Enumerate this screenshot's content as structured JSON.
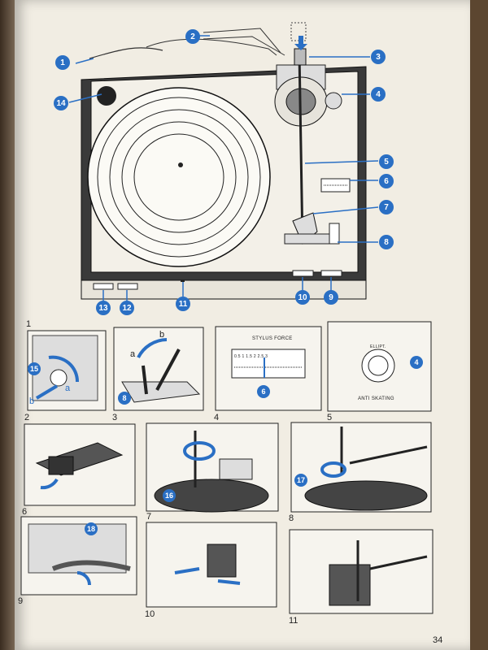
{
  "main_callouts": [
    "1",
    "2",
    "3",
    "4",
    "5",
    "6",
    "7",
    "8",
    "9",
    "10",
    "11",
    "12",
    "13",
    "14"
  ],
  "figure_numbers": [
    "1",
    "2",
    "3",
    "4",
    "5",
    "6",
    "7",
    "8",
    "9",
    "10",
    "11"
  ],
  "panel_callouts": [
    "15",
    "8",
    "6",
    "4",
    "16",
    "17",
    "18"
  ],
  "panel_letters": {
    "a_left": "a",
    "b_left": "b",
    "a_right": "a",
    "b_right": "b"
  },
  "panel4_title": "STYLUS FORCE",
  "panel4_scale": "0.5  1  1.5  2  2.5  3",
  "panel5_label": "ANTI SKATING",
  "panel5_dial": "ELLIPT.",
  "page_number": "34",
  "colors": {
    "accent": "#2a6fc4",
    "paper": "#f1ede3",
    "ink": "#222222"
  }
}
